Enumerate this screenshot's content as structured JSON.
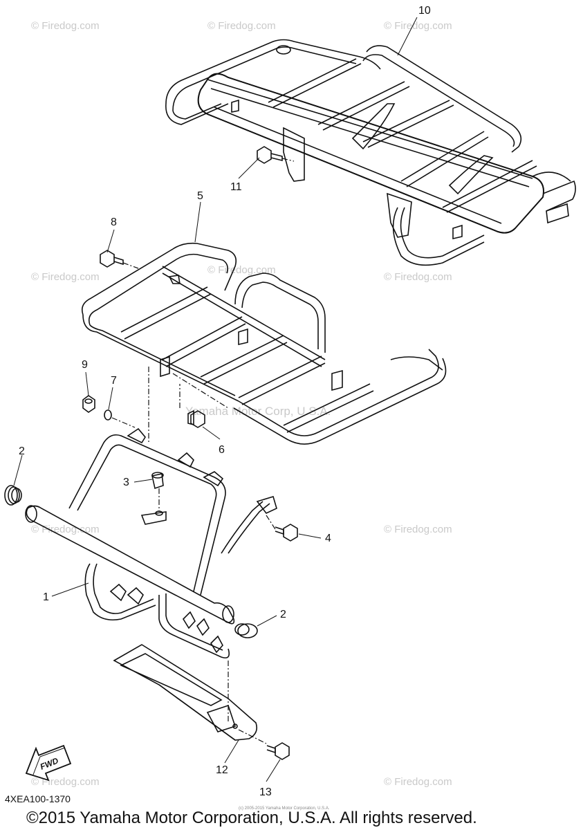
{
  "part_numbers": [
    "10",
    "11",
    "5",
    "8",
    "9",
    "7",
    "6",
    "2",
    "3",
    "4",
    "1",
    "2",
    "12",
    "13"
  ],
  "watermarks": {
    "site": "© Firedog.com",
    "center": "Yamaha Motor Corp, U.S.A.",
    "small_footer": "(c) 2005-2015 Yamaha Motor Corporation, U.S.A."
  },
  "fwd_label": "FWD",
  "diagram_code": "4XEA100-1370",
  "copyright": "©2015 Yamaha Motor Corporation, U.S.A. All rights reserved.",
  "colors": {
    "line": "#111111",
    "watermark": "#c9c9c9",
    "background": "#ffffff"
  }
}
